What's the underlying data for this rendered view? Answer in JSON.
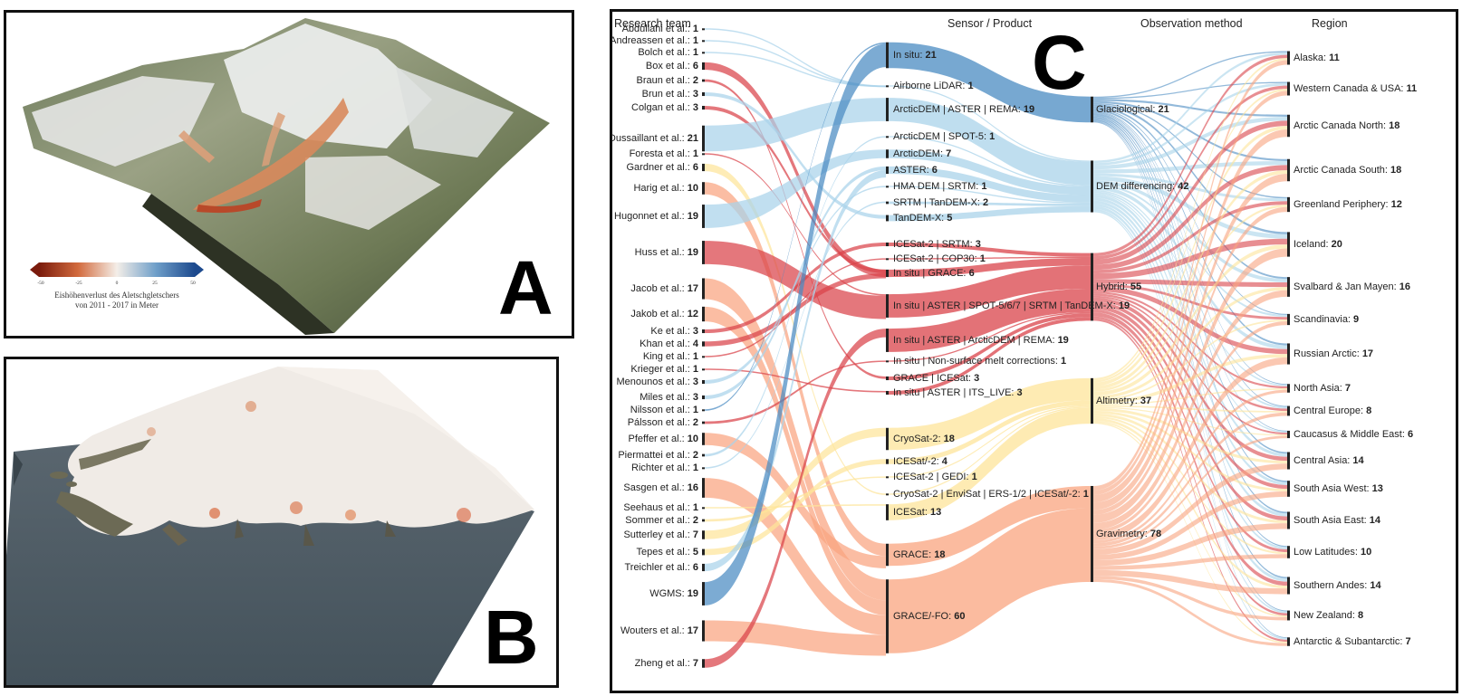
{
  "panel_a": {
    "letter": "A",
    "colorbar_ticks": [
      "-50",
      "-25",
      "0",
      "25",
      "50"
    ],
    "colorbar_title_1": "Eishöhenverlust des Aletschgletschers",
    "colorbar_title_2": "von 2011 - 2017 in Meter"
  },
  "panel_b": {
    "letter": "B"
  },
  "panel_c": {
    "letter": "C",
    "column_headers": [
      "Research team",
      "Sensor / Product",
      "Observation method",
      "Region"
    ],
    "research_teams": [
      {
        "name": "Abdullahi et al.:",
        "value": "1"
      },
      {
        "name": "Andreassen et al.:",
        "value": "1"
      },
      {
        "name": "Bolch et al.:",
        "value": "1"
      },
      {
        "name": "Box et al.:",
        "value": "6"
      },
      {
        "name": "Braun et al.:",
        "value": "2"
      },
      {
        "name": "Brun et al.:",
        "value": "3"
      },
      {
        "name": "Colgan et al.:",
        "value": "3"
      },
      {
        "name": "Dussaillant et al.:",
        "value": "21"
      },
      {
        "name": "Foresta et al.:",
        "value": "1"
      },
      {
        "name": "Gardner et al.:",
        "value": "6"
      },
      {
        "name": "Harig et al.:",
        "value": "10"
      },
      {
        "name": "Hugonnet et al.:",
        "value": "19"
      },
      {
        "name": "Huss et al.:",
        "value": "19"
      },
      {
        "name": "Jacob et al.:",
        "value": "17"
      },
      {
        "name": "Jakob et al.:",
        "value": "12"
      },
      {
        "name": "Ke et al.:",
        "value": "3"
      },
      {
        "name": "Khan et al.:",
        "value": "4"
      },
      {
        "name": "King et al.:",
        "value": "1"
      },
      {
        "name": "Krieger et al.:",
        "value": "1"
      },
      {
        "name": "Menounos et al.:",
        "value": "3"
      },
      {
        "name": "Miles et al.:",
        "value": "3"
      },
      {
        "name": "Nilsson et al.:",
        "value": "1"
      },
      {
        "name": "Pálsson et al.:",
        "value": "2"
      },
      {
        "name": "Pfeffer et al.:",
        "value": "10"
      },
      {
        "name": "Piermattei et al.:",
        "value": "2"
      },
      {
        "name": "Richter et al.:",
        "value": "1"
      },
      {
        "name": "Sasgen et al.:",
        "value": "16"
      },
      {
        "name": "Seehaus et al.:",
        "value": "1"
      },
      {
        "name": "Sommer et al.:",
        "value": "2"
      },
      {
        "name": "Sutterley et al.:",
        "value": "7"
      },
      {
        "name": "Tepes et al.:",
        "value": "5"
      },
      {
        "name": "Treichler et al.:",
        "value": "6"
      },
      {
        "name": "WGMS:",
        "value": "19"
      },
      {
        "name": "Wouters et al.:",
        "value": "17"
      },
      {
        "name": "Zheng et al.:",
        "value": "7"
      }
    ],
    "sensors": [
      {
        "name": "In situ:",
        "value": "21"
      },
      {
        "name": "Airborne LiDAR:",
        "value": "1"
      },
      {
        "name": "ArcticDEM | ASTER | REMA:",
        "value": "19"
      },
      {
        "name": "ArcticDEM | SPOT-5:",
        "value": "1"
      },
      {
        "name": "ArcticDEM:",
        "value": "7"
      },
      {
        "name": "ASTER:",
        "value": "6"
      },
      {
        "name": "HMA DEM | SRTM:",
        "value": "1"
      },
      {
        "name": "SRTM | TanDEM-X:",
        "value": "2"
      },
      {
        "name": "TanDEM-X:",
        "value": "5"
      },
      {
        "name": "ICESat-2 | SRTM:",
        "value": "3"
      },
      {
        "name": "ICESat-2 | COP30:",
        "value": "1"
      },
      {
        "name": "In situ | GRACE:",
        "value": "6"
      },
      {
        "name": "In situ | ASTER | SPOT-5/6/7 | SRTM | TanDEM-X:",
        "value": "19"
      },
      {
        "name": "In situ | ASTER | ArcticDEM | REMA:",
        "value": "19"
      },
      {
        "name": "In situ | Non-surface melt corrections:",
        "value": "1"
      },
      {
        "name": "GRACE | ICESat:",
        "value": "3"
      },
      {
        "name": "In situ | ASTER | ITS_LIVE:",
        "value": "3"
      },
      {
        "name": "CryoSat-2:",
        "value": "18"
      },
      {
        "name": "ICESat/-2:",
        "value": "4"
      },
      {
        "name": "ICESat-2 | GEDI:",
        "value": "1"
      },
      {
        "name": "CryoSat-2 | EnviSat | ERS-1/2 | ICESat/-2:",
        "value": "1"
      },
      {
        "name": "ICESat:",
        "value": "13"
      },
      {
        "name": "GRACE:",
        "value": "18"
      },
      {
        "name": "GRACE/-FO:",
        "value": "60"
      }
    ],
    "methods": [
      {
        "name": "Glaciological:",
        "value": "21",
        "color": "#4a8bc2"
      },
      {
        "name": "DEM differencing:",
        "value": "42",
        "color": "#a9d3ea"
      },
      {
        "name": "Hybrid:",
        "value": "55",
        "color": "#d9434a"
      },
      {
        "name": "Altimetry:",
        "value": "37",
        "color": "#fde49a"
      },
      {
        "name": "Gravimetry:",
        "value": "78",
        "color": "#f9a47f"
      }
    ],
    "regions": [
      {
        "name": "Alaska:",
        "value": "11"
      },
      {
        "name": "Western Canada & USA:",
        "value": "11"
      },
      {
        "name": "Arctic Canada North:",
        "value": "18"
      },
      {
        "name": "Arctic Canada South:",
        "value": "18"
      },
      {
        "name": "Greenland Periphery:",
        "value": "12"
      },
      {
        "name": "Iceland:",
        "value": "20"
      },
      {
        "name": "Svalbard & Jan Mayen:",
        "value": "16"
      },
      {
        "name": "Scandinavia:",
        "value": "9"
      },
      {
        "name": "Russian Arctic:",
        "value": "17"
      },
      {
        "name": "North Asia:",
        "value": "7"
      },
      {
        "name": "Central Europe:",
        "value": "8"
      },
      {
        "name": "Caucasus & Middle East:",
        "value": "6"
      },
      {
        "name": "Central Asia:",
        "value": "14"
      },
      {
        "name": "South Asia West:",
        "value": "13"
      },
      {
        "name": "South Asia East:",
        "value": "14"
      },
      {
        "name": "Low Latitudes:",
        "value": "10"
      },
      {
        "name": "Southern Andes:",
        "value": "14"
      },
      {
        "name": "New Zealand:",
        "value": "8"
      },
      {
        "name": "Antarctic & Subantarctic:",
        "value": "7"
      }
    ]
  }
}
